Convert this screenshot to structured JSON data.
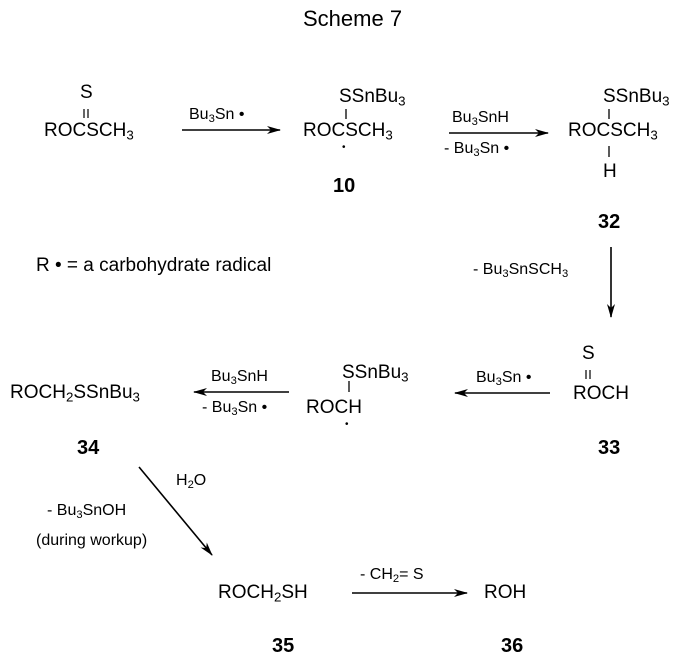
{
  "title": "Scheme 7",
  "legend": "R • =  a carbohydrate radical",
  "compounds": {
    "xanthate": {
      "top": "S",
      "main": "ROCSCH",
      "sub": "3"
    },
    "c10": {
      "top": "SSnBu",
      "top_sub": "3",
      "main": "ROCSCH",
      "sub": "3",
      "label": "10"
    },
    "c32": {
      "top": "SSnBu",
      "top_sub": "3",
      "main": "ROCSCH",
      "sub": "3",
      "bottom": "H",
      "label": "32"
    },
    "c33": {
      "top": "S",
      "main": "ROCH",
      "label": "33"
    },
    "radical2": {
      "top": "SSnBu",
      "top_sub": "3",
      "main": "ROCH"
    },
    "c34": {
      "pre": "ROCH",
      "pre_sub": "2",
      "main": "SSnBu",
      "sub": "3",
      "label": "34"
    },
    "c35": {
      "pre": "ROCH",
      "pre_sub": "2",
      "main": "SH",
      "label": "35"
    },
    "c36": {
      "main": "ROH",
      "label": "36"
    }
  },
  "reagents": {
    "r1": {
      "a": "Bu",
      "a_sub": "3",
      "b": "Sn •"
    },
    "r2_top": {
      "a": "Bu",
      "a_sub": "3",
      "b": "SnH"
    },
    "r2_bottom": {
      "a": "- Bu",
      "a_sub": "3",
      "b": "Sn •"
    },
    "r3": {
      "a": "- Bu",
      "a_sub": "3",
      "b": "SnSCH",
      "b_sub": "3"
    },
    "r4": {
      "a": "Bu",
      "a_sub": "3",
      "b": "Sn •"
    },
    "r5_top": {
      "a": "Bu",
      "a_sub": "3",
      "b": "SnH"
    },
    "r5_bottom": {
      "a": "- Bu",
      "a_sub": "3",
      "b": "Sn •"
    },
    "r6_top": {
      "a": "H",
      "a_sub": "2",
      "b": "O"
    },
    "r6_mid": {
      "a": "- Bu",
      "a_sub": "3",
      "b": "SnOH"
    },
    "r6_bottom": "(during workup)",
    "r7": {
      "a": "- CH",
      "a_sub": "2",
      "b": "= S"
    }
  },
  "radical_dot": "•"
}
